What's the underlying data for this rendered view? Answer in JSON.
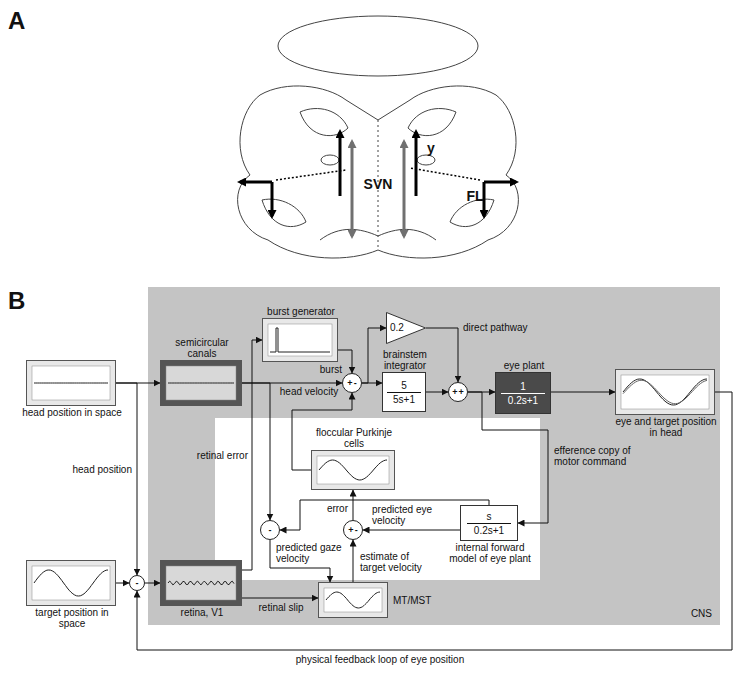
{
  "diagram": {
    "nodes": [
      {
        "text": [
          "head position in space"
        ]
      },
      {
        "text": [
          "target position in space"
        ]
      },
      {
        "text": [
          "-"
        ]
      },
      {
        "text": [
          "CNS"
        ]
      },
      {
        "text": [
          "semicircular canals"
        ],
        "in": 3
      },
      {
        "text": [
          "retina, V1"
        ],
        "in": 3
      },
      {
        "text": [
          "burst generator"
        ],
        "in": 3
      },
      {
        "text": [
          "+",
          "-"
        ],
        "in": 3
      },
      {
        "text": [
          "0.2"
        ],
        "in": 3
      },
      {
        "text": [
          "brainstem integrator",
          "5",
          "5s+1"
        ],
        "in": 3
      },
      {
        "text": [
          "+",
          "+"
        ],
        "in": 3
      },
      {
        "text": [
          "eye plant",
          "1",
          "0.2s+1"
        ],
        "in": 3
      },
      {
        "text": [
          "floccular Purkinje cells"
        ],
        "in": 3
      },
      {
        "text": [
          "+",
          "-"
        ],
        "in": 3
      },
      {
        "text": [
          "-"
        ],
        "in": 3
      },
      {
        "text": [
          "internal forward model of eye plant",
          "s",
          "0.2s+1"
        ],
        "in": 3
      },
      {
        "text": [
          "MT/MST"
        ],
        "in": 3
      },
      {
        "text": [
          "eye and target position in head"
        ]
      }
    ],
    "edges": [
      {
        "from": 0,
        "to": 4,
        "arrow": "to"
      },
      {
        "from": 0,
        "to": 2,
        "label": "head position",
        "arrow": "to"
      },
      {
        "from": 1,
        "to": 2,
        "arrow": "to"
      },
      {
        "from": 17,
        "to": 2,
        "label": "physical feedback loop of eye position",
        "arrow": "to"
      },
      {
        "from": 2,
        "to": 5,
        "arrow": "to"
      },
      {
        "from": 4,
        "to": 7,
        "label": "head velocity",
        "arrow": "to"
      },
      {
        "from": 4,
        "to": 14,
        "arrow": "to"
      },
      {
        "from": 5,
        "to": 6,
        "label": "retinal error",
        "arrow": "to"
      },
      {
        "from": 6,
        "to": 7,
        "label": "burst",
        "arrow": "to"
      },
      {
        "from": 12,
        "to": 7,
        "arrow": "to"
      },
      {
        "from": 7,
        "to": 9,
        "arrow": "to"
      },
      {
        "from": 7,
        "to": 8,
        "arrow": "to"
      },
      {
        "from": 8,
        "to": 10,
        "label": "direct pathway",
        "arrow": "to"
      },
      {
        "from": 9,
        "to": 10,
        "arrow": "to"
      },
      {
        "from": 10,
        "to": 11,
        "arrow": "to"
      },
      {
        "from": 10,
        "to": 15,
        "label": "efference copy of motor command",
        "arrow": "to"
      },
      {
        "from": 11,
        "to": 17,
        "arrow": "to"
      },
      {
        "from": 16,
        "to": 13,
        "label": "estimate of target velocity",
        "arrow": "to"
      },
      {
        "from": 15,
        "to": 13,
        "label": "predicted eye velocity",
        "arrow": "to"
      },
      {
        "from": 15,
        "to": 14,
        "arrow": "to"
      },
      {
        "from": 13,
        "to": 12,
        "label": "error",
        "arrow": "to"
      },
      {
        "from": 14,
        "to": 16,
        "label": "predicted gaze velocity",
        "arrow": "to"
      },
      {
        "from": 5,
        "to": 16,
        "label": "retinal slip",
        "arrow": "to"
      }
    ],
    "labels": [
      "A",
      "B",
      "SVN",
      "FL",
      "y"
    ]
  }
}
